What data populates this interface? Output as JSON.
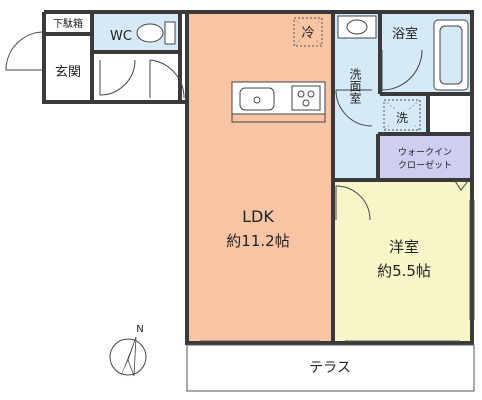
{
  "rooms": {
    "shoe_box": "下駄箱",
    "wc": "WC",
    "fridge": "冷",
    "genkan": "玄関",
    "senmenjo": "洗面室",
    "yokushitsu": "浴室",
    "washer": "洗",
    "walk_in_line1": "ウォークイン",
    "walk_in_line2": "クローゼット",
    "ldk_name": "LDK",
    "ldk_size": "約11.2帖",
    "youshitsu_name": "洋室",
    "youshitsu_size": "約5.5帖",
    "terrace": "テラス"
  },
  "compass": {
    "north": "N"
  },
  "colors": {
    "ldk": "#f7c4a4",
    "wet_area": "#d5e9f6",
    "youshitsu": "#f6f6c8",
    "closet": "#cfcdf0",
    "wall": "#3a3a3a"
  }
}
